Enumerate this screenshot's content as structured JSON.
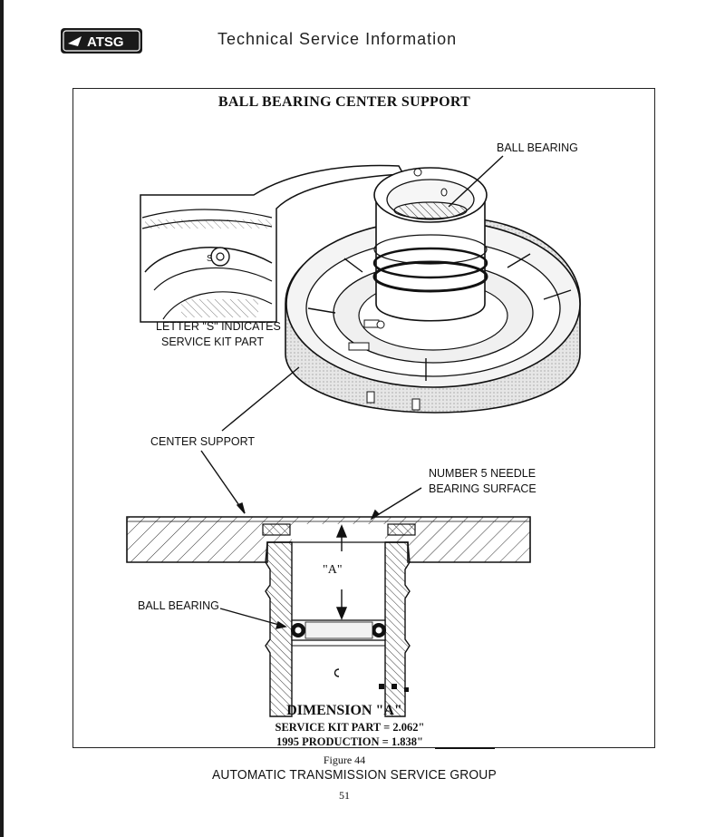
{
  "header": {
    "logo_text": "ATSG",
    "title": "Technical Service Information"
  },
  "figure": {
    "title": "BALL BEARING CENTER SUPPORT",
    "labels": {
      "ball_bearing_top": "BALL BEARING",
      "letter_s_line1": "LETTER \"S\" INDICATES",
      "letter_s_line2": "SERVICE KIT PART",
      "s_mark": "S",
      "center_support": "CENTER SUPPORT",
      "needle_line1": "NUMBER 5 NEEDLE",
      "needle_line2": "BEARING SURFACE",
      "dimension_marker": "\"A\"",
      "ball_bearing_bottom": "BALL BEARING"
    },
    "dimension": {
      "title": "DIMENSION \"A\"",
      "service_kit": "SERVICE KIT PART = 2.062\"",
      "production": "1995 PRODUCTION = 1.838\""
    },
    "caption": "Figure 44"
  },
  "footer": {
    "title": "AUTOMATIC TRANSMISSION SERVICE GROUP",
    "page_number": "51"
  }
}
